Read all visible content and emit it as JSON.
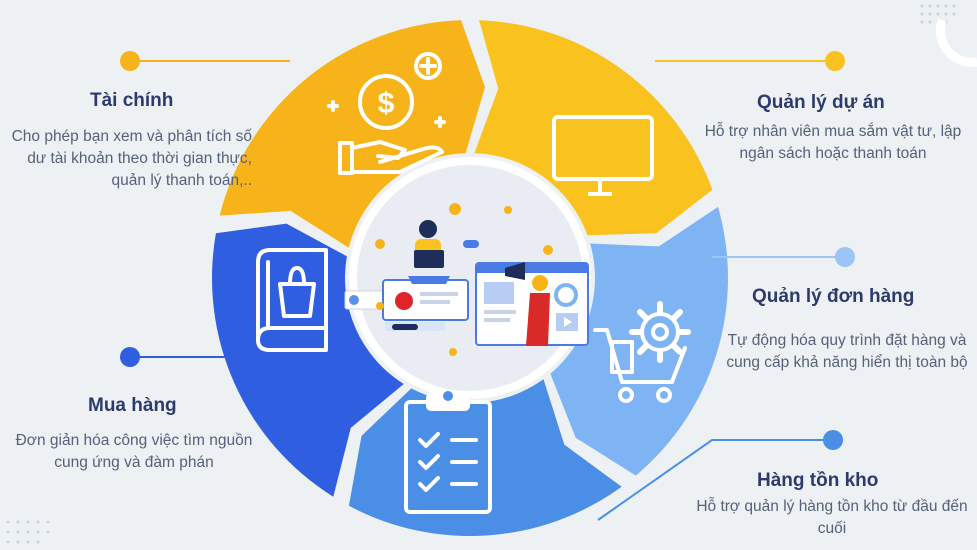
{
  "sections": {
    "finance": {
      "title": "Tài chính",
      "description": "Cho phép bạn xem và phân tích số dư tài khoản theo thời gian thực, quản lý thanh toán,..",
      "color": "#f6b41a",
      "icon": "money-hand-icon"
    },
    "project": {
      "title": "Quản lý dự án",
      "description": "Hỗ trợ nhân viên mua sắm vật tư, lập ngân sách hoặc thanh toán",
      "color": "#f9c21f",
      "icon": "monitor-icon"
    },
    "order": {
      "title": "Quản lý đơn hàng",
      "description": "Tự động hóa quy trình đặt hàng và cung cấp khả năng hiển thị toàn bộ",
      "color": "#7fb4f4",
      "icon": "cart-gear-icon"
    },
    "inventory": {
      "title": "Hàng tồn kho",
      "description": "Hỗ trợ quản lý hàng tồn kho từ đầu đến cuối",
      "color": "#4a8ee6",
      "icon": "clipboard-checklist-icon"
    },
    "purchase": {
      "title": "Mua hàng",
      "description": "Đơn giản hóa công việc tìm nguồn cung ứng và đàm phán",
      "color": "#2f5fe0",
      "icon": "book-bag-icon"
    }
  },
  "center_illustration": "people-working-illustration"
}
